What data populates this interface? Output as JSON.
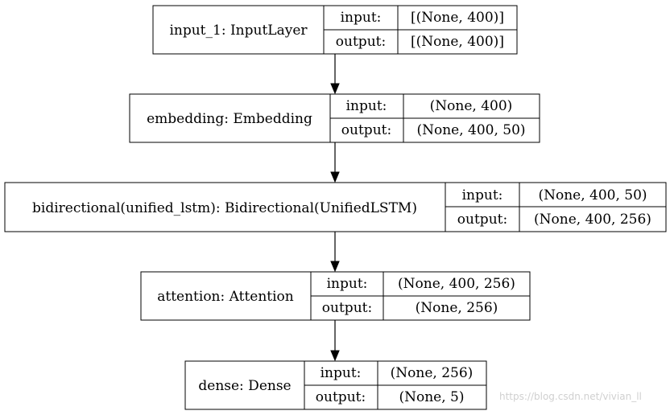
{
  "nodes": [
    {
      "name": "input_1: InputLayer",
      "input": "[(None, 400)]",
      "output": "[(None, 400)]"
    },
    {
      "name": "embedding: Embedding",
      "input": "(None, 400)",
      "output": "(None, 400, 50)"
    },
    {
      "name": "bidirectional(unified_lstm): Bidirectional(UnifiedLSTM)",
      "input": "(None, 400, 50)",
      "output": "(None, 400, 256)"
    },
    {
      "name": "attention: Attention",
      "input": "(None, 400, 256)",
      "output": "(None, 256)"
    },
    {
      "name": "dense: Dense",
      "input": "(None, 256)",
      "output": "(None, 5)"
    }
  ],
  "labels": {
    "input": "input:",
    "output": "output:"
  },
  "watermark": "https://blog.csdn.net/vivian_ll"
}
